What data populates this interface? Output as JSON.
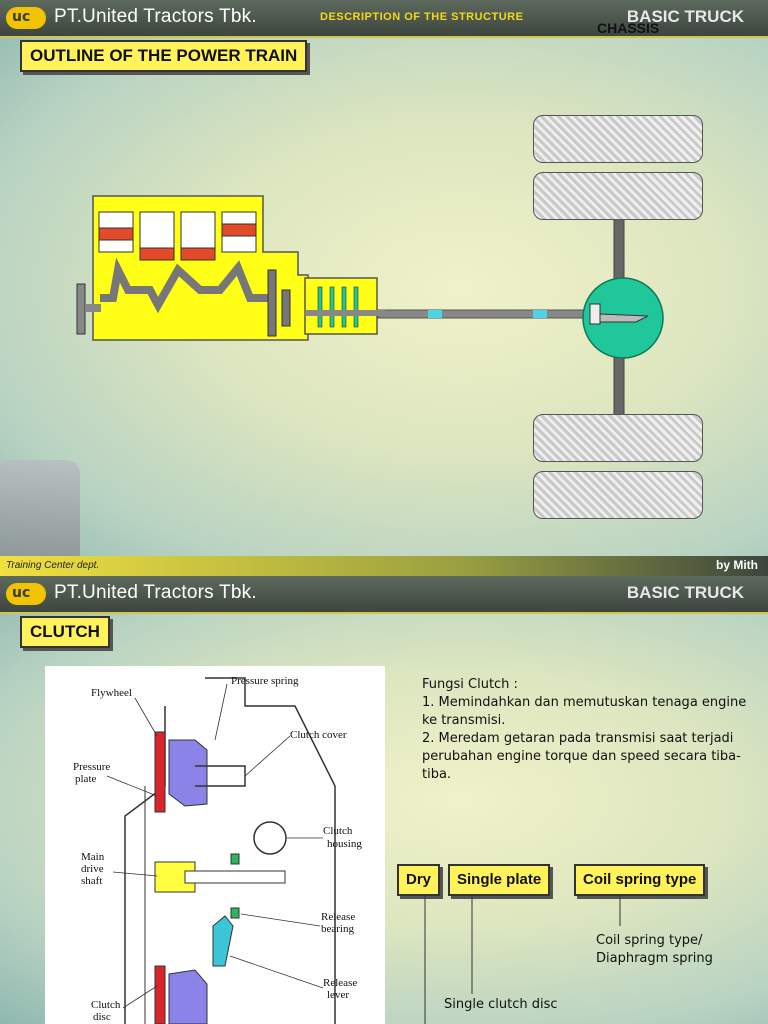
{
  "slide1": {
    "company": "PT.United Tractors Tbk.",
    "logo": "uc",
    "header_desc": "DESCRIPTION OF THE STRUCTURE",
    "header_right": "BASIC TRUCK",
    "chassis": "CHASSIS",
    "title": "OUTLINE OF THE POWER TRAIN",
    "footer_left": "Training Center dept.",
    "footer_right": "by Mith"
  },
  "slide2": {
    "company": "PT.United Tractors Tbk.",
    "logo": "uc",
    "header_right": "BASIC TRUCK",
    "title": "CLUTCH",
    "diagram_labels": {
      "pressure_spring": "Pressure spring",
      "flywheel": "Flywheel",
      "clutch_cover": "Clutch cover",
      "pressure": "Pressure",
      "plate": "plate",
      "clutch": "Clutch",
      "housing": "housing",
      "main": "Main",
      "drive": "drive",
      "shaft": "shaft",
      "release": "Release",
      "bearing": "bearing",
      "release2": "Release",
      "lever": "lever",
      "clutch2": "Clutch",
      "disc": "disc"
    },
    "fungsi_title": "Fungsi Clutch :",
    "fungsi_1": "1. Memindahkan dan memutuskan tenaga engine ke transmisi.",
    "fungsi_2": "2. Meredam getaran pada transmisi saat terjadi perubahan engine torque dan speed secara tiba-tiba.",
    "tags": [
      "Dry",
      "Single plate",
      "Coil spring type"
    ],
    "note_coil_1": "Coil spring type/",
    "note_coil_2": "Diaphragm spring",
    "note_single": "Single clutch disc"
  }
}
